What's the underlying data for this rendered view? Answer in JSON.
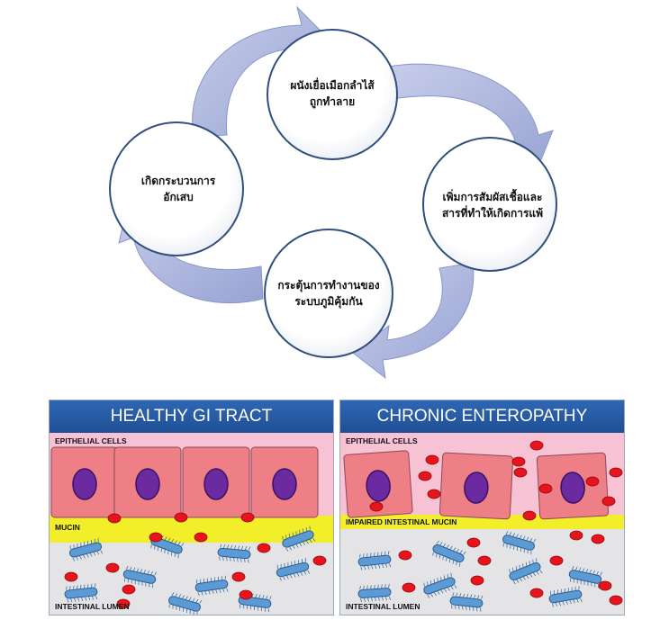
{
  "cycle": {
    "nodes": [
      {
        "line1": "ผนังเยื่อเมือกลำไส้",
        "line2": "ถูกทำลาย"
      },
      {
        "line1": "เพิ่มการสัมผัสเชื้อและ",
        "line2": "สารที่ทำให้เกิดการแพ้"
      },
      {
        "line1": "กระตุ้นการทำงานของ",
        "line2": "ระบบภูมิคุ้มกัน"
      },
      {
        "line1": "เกิดกระบวนการ",
        "line2": "อักเสบ"
      }
    ]
  },
  "panels": {
    "healthy": {
      "title": "HEALTHY GI TRACT",
      "epithelial_label": "EPITHELIAL CELLS",
      "mucin_label": "MUCIN",
      "lumen_label": "INTESTINAL LUMEN"
    },
    "chronic": {
      "title": "CHRONIC ENTEROPATHY",
      "epithelial_label": "EPITHELIAL CELLS",
      "mucin_label": "IMPAIRED INTESTINAL MUCIN",
      "lumen_label": "INTESTINAL LUMEN"
    }
  },
  "colors": {
    "arrow": "#aab4de",
    "circle_border": "#2f4f7c",
    "title_bar": "#2a5fa8",
    "epithelium": "#ee7f86",
    "nucleus": "#6b2aa0",
    "mucin": "#f2ef2a",
    "red_cell": "#e8141b",
    "bacteria": "#5b9bd5"
  }
}
